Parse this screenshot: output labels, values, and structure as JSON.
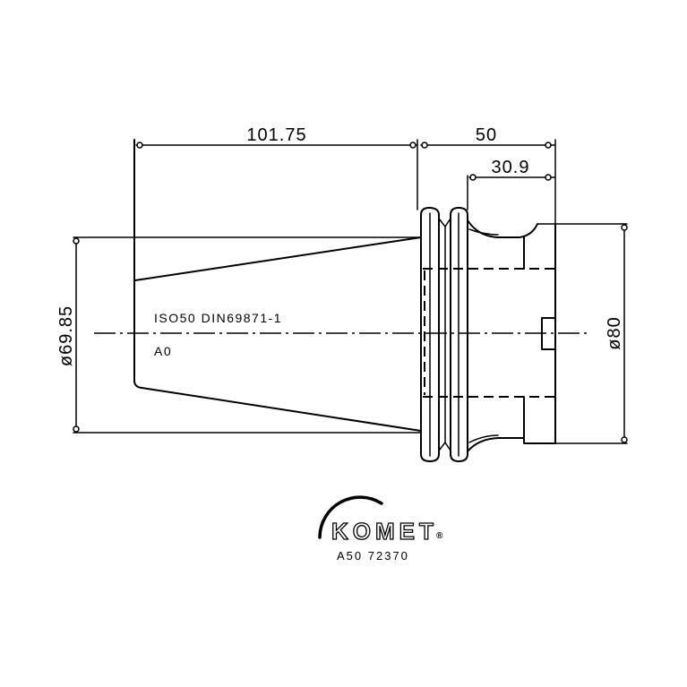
{
  "drawing": {
    "dimensions": {
      "taper_length": "101.75",
      "body_length": "50",
      "neck_length": "30.9",
      "taper_diameter": "ø69.85",
      "flange_diameter": "ø80"
    },
    "notes": {
      "standard": "ISO50 DIN69871-1",
      "form": "A0"
    }
  },
  "logo": {
    "brand": "KOMET",
    "registered_mark": "®"
  },
  "part_number": "A50 72370",
  "colors": {
    "line": "#000000",
    "background": "#ffffff"
  }
}
